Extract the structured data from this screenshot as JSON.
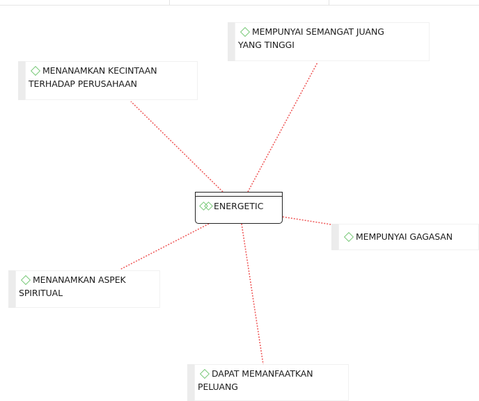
{
  "diagram": {
    "central_topic": "ENERGETIC",
    "subtopics": [
      {
        "id": "semangat",
        "label": "MEMPUNYAI SEMANGAT JUANG\nYANG TINGGI"
      },
      {
        "id": "kecintaan",
        "label": "MENANAMKAN KECINTAAN\nTERHADAP PERUSAHAAN"
      },
      {
        "id": "gagasan",
        "label": "MEMPUNYAI GAGASAN"
      },
      {
        "id": "spiritual",
        "label": "MENANAMKAN ASPEK\nSPIRITUAL"
      },
      {
        "id": "peluang",
        "label": "DAPAT MEMANFAATKAN\nPELUANG"
      }
    ],
    "colors": {
      "connector": "#ef5b5b",
      "topic_icon": "#7ac97a",
      "node_border": "#ececec"
    },
    "icons": {
      "topic": "diamond-icon",
      "central": "double-diamond-icon"
    }
  }
}
